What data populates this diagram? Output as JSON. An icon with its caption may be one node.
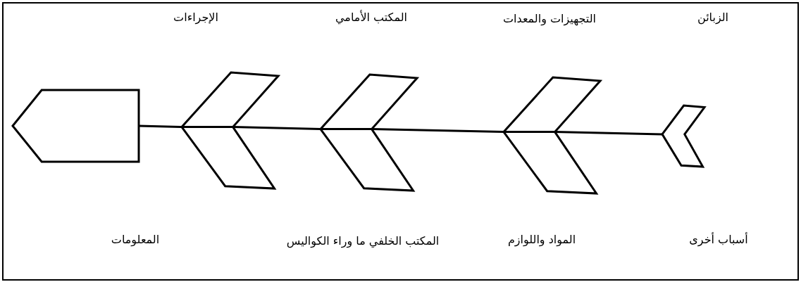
{
  "diagram": {
    "nodes": [
      {
        "text": [],
        "shape": "pentagon"
      },
      {
        "text": [],
        "shape": "chevron"
      },
      {
        "text": [],
        "shape": "chevron"
      },
      {
        "text": [],
        "shape": "chevron"
      },
      {
        "text": [],
        "shape": "chevron"
      }
    ],
    "edges": [
      {
        "from": 0,
        "to": 1,
        "arrow": "none"
      },
      {
        "from": 1,
        "to": 2,
        "arrow": "none"
      },
      {
        "from": 2,
        "to": 3,
        "arrow": "none"
      },
      {
        "from": 3,
        "to": 4,
        "arrow": "none"
      }
    ],
    "labels": [
      "الزبائن",
      "التجهيزات والمعدات",
      "المكتب الأمامي",
      "الإجراءات",
      "أسباب أخرى",
      "المواد واللوازم",
      "المكتب الخلفي ما وراء الكواليس",
      "المعلومات"
    ]
  }
}
